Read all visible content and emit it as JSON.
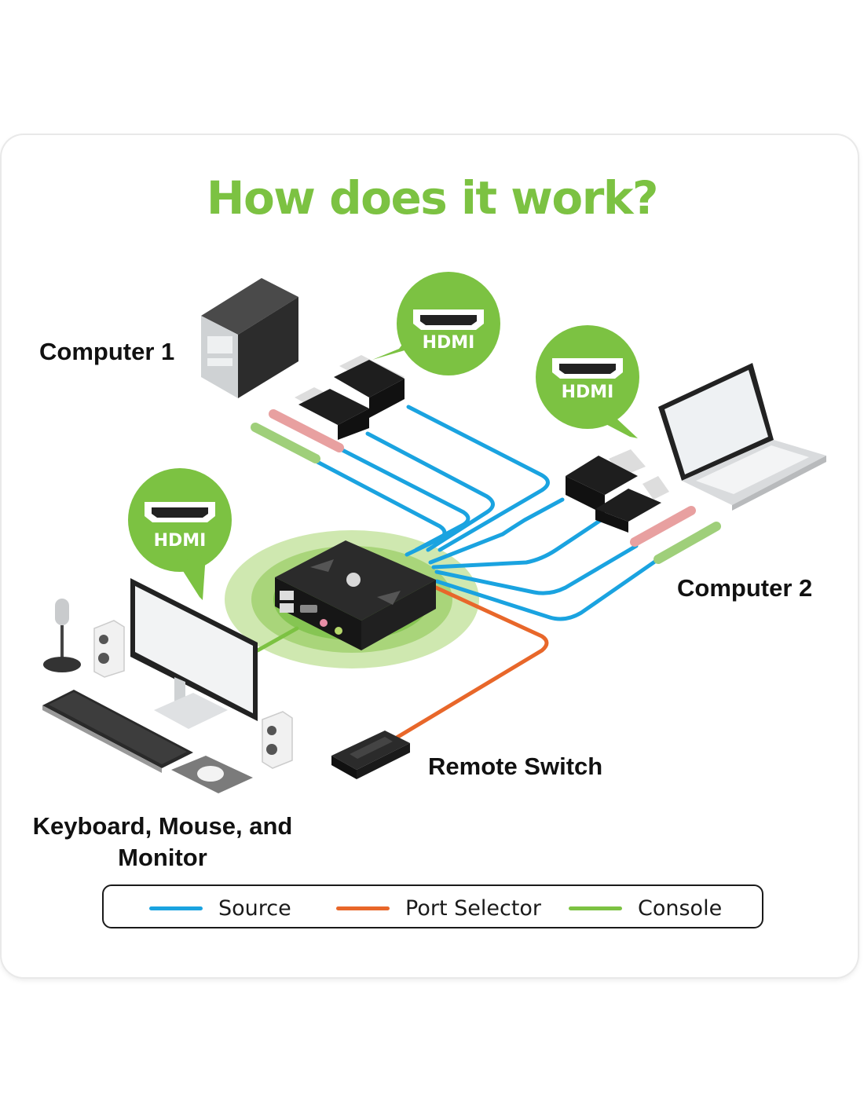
{
  "title": "How does it work?",
  "labels": {
    "computer1": "Computer 1",
    "computer2": "Computer 2",
    "remote_switch": "Remote Switch",
    "console_devices": "Keyboard, Mouse, and Monitor"
  },
  "bubbles": [
    {
      "text": "HDMI"
    },
    {
      "text": "HDMI"
    },
    {
      "text": "HDMI"
    }
  ],
  "legend": [
    {
      "label": "Source",
      "color": "#1aa3e0"
    },
    {
      "label": "Port Selector",
      "color": "#e8672a"
    },
    {
      "label": "Console",
      "color": "#7cc242"
    }
  ],
  "colors": {
    "accent_green": "#7cc242",
    "cable_blue": "#1aa3e0",
    "cable_orange": "#e8672a"
  }
}
